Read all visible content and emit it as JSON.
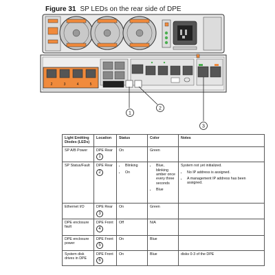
{
  "figure": {
    "number": "Figure 31",
    "caption": "SP LEDs on the rear side of DPE"
  },
  "diagram": {
    "port_numbers": [
      "2",
      "3",
      "4",
      "5"
    ],
    "callouts": [
      "1",
      "2",
      "3"
    ],
    "colors": {
      "orange": "#f08a3c",
      "fan_gray": "#c9c9c9",
      "green": "#4caf50",
      "chassis": "#e9e9e9",
      "dark": "#222222"
    }
  },
  "table": {
    "headers": [
      "Light Emitting Diodes (LEDs)",
      "Location",
      "Status",
      "Color",
      "Notes"
    ],
    "rows": [
      {
        "led": "SP A/B Power",
        "location": "DPE Rear",
        "callout": "1",
        "status": [
          "On"
        ],
        "status_bullets": false,
        "color": [
          "Green"
        ],
        "color_bullets": false,
        "notes": [],
        "notes_bullets": false
      },
      {
        "led": "SP Status/Fault",
        "location": "DPE Rear",
        "callout": "2",
        "status": [
          "Blinking",
          "On"
        ],
        "status_bullets": true,
        "color": [
          "Blue, blinking amber once every three seconds",
          "Blue"
        ],
        "color_bullets": true,
        "notes": [
          "System not yet initialized.",
          "No IP address is assigned.",
          "A management IP address has been assigned."
        ],
        "notes_bullets": true
      },
      {
        "led": "Ethernet I/O",
        "location": "DPE Rear",
        "callout": "3",
        "status": [
          "On"
        ],
        "status_bullets": false,
        "color": [
          "Green"
        ],
        "color_bullets": false,
        "notes": [],
        "notes_bullets": false
      },
      {
        "led": "DPE enclosure fault",
        "location": "DPE Front",
        "callout": "4",
        "status": [
          "Off"
        ],
        "status_bullets": false,
        "color": [
          "N/A"
        ],
        "color_bullets": false,
        "notes": [],
        "notes_bullets": false
      },
      {
        "led": "DPE enclosure power",
        "location": "DPE Front",
        "callout": "5",
        "status": [
          "On"
        ],
        "status_bullets": false,
        "color": [
          "Blue"
        ],
        "color_bullets": false,
        "notes": [],
        "notes_bullets": false
      },
      {
        "led": "System disk drives in DPE",
        "location": "DPE Front",
        "callout": "6",
        "status": [
          "On"
        ],
        "status_bullets": false,
        "color": [
          "Blue"
        ],
        "color_bullets": false,
        "notes": [
          "disks 0-3 of the DPE"
        ],
        "notes_bullets": false
      }
    ]
  }
}
